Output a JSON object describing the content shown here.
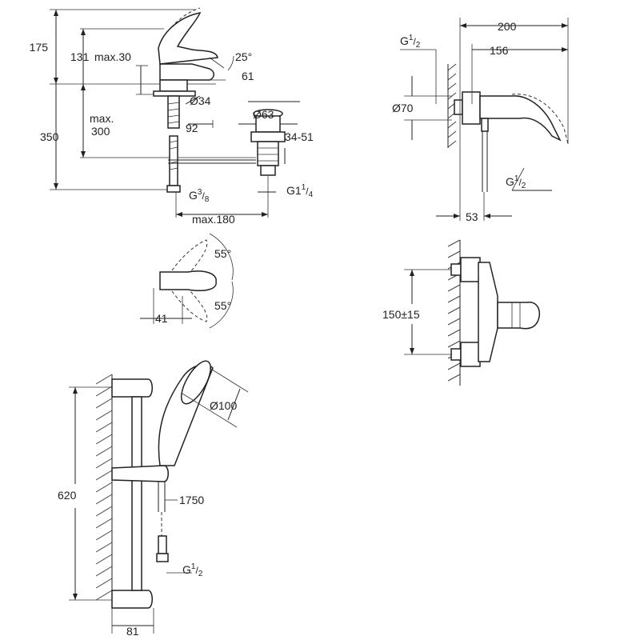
{
  "basin_mixer": {
    "dim_175": "175",
    "dim_131": "131",
    "dim_max30": "max.30",
    "dim_angle_25": "25°",
    "dim_61": "61",
    "dim_d34": "Ø34",
    "dim_d63": "Ø63",
    "dim_max_label": "max.",
    "dim_300": "300",
    "dim_350": "350",
    "dim_92": "92",
    "dim_34_51": "34-51",
    "thread_g": "G",
    "thread_g_sup": "3",
    "thread_g_sub": "8",
    "thread_g1": "G1",
    "thread_g1_sup": "1",
    "thread_g1_sub": "4",
    "dim_max180": "max.180"
  },
  "lever_top_view": {
    "angle_top": "55°",
    "angle_bottom": "55°",
    "dim_41": "41"
  },
  "shower_mixer": {
    "thread_top_g": "G",
    "thread_top_sup": "1",
    "thread_top_sub": "2",
    "dim_200": "200",
    "dim_156": "156",
    "dim_d70": "Ø70",
    "thread_bottom_g": "G",
    "thread_bottom_sup": "1",
    "thread_bottom_sub": "2",
    "dim_53": "53"
  },
  "shower_mixer_front": {
    "dim_150": "150±15"
  },
  "shower_set": {
    "dim_620": "620",
    "dim_d100": "Ø100",
    "dim_1750": "1750",
    "thread_g": "G",
    "thread_sup": "1",
    "thread_sub": "2",
    "dim_81": "81"
  }
}
